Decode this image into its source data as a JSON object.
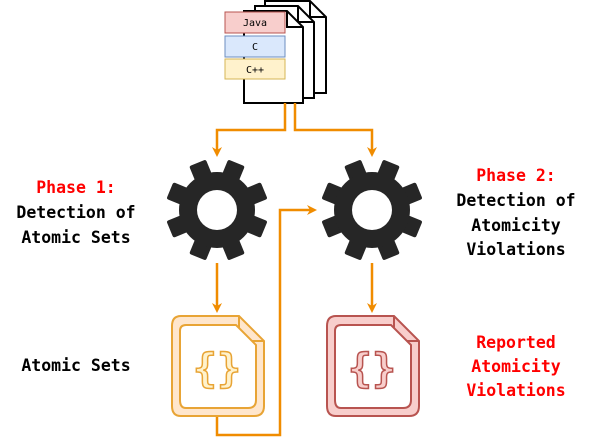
{
  "source_tags": [
    "Java",
    "C",
    "C++"
  ],
  "phase1": {
    "title": "Phase 1:",
    "line1": "Detection of",
    "line2": "Atomic Sets"
  },
  "phase2": {
    "title": "Phase 2:",
    "line1": "Detection of",
    "line2": "Atomicity",
    "line3": "Violations"
  },
  "output_left_label": "Atomic Sets",
  "output_right_label": {
    "line1": "Reported",
    "line2": "Atomicity",
    "line3": "Violations"
  },
  "braces": "{}",
  "colors": {
    "arrow": "#f08c00",
    "gear": "#262626",
    "phase_title": "#ff0000",
    "java_tag_fill": "#f8cecc",
    "java_tag_stroke": "#b85450",
    "c_tag_fill": "#dae8fc",
    "c_tag_stroke": "#6c8ebf",
    "cpp_tag_fill": "#fff2cc",
    "cpp_tag_stroke": "#d6b656",
    "doc_left_fill": "#ffe6cc",
    "doc_left_stroke": "#e8a435",
    "doc_right_fill": "#f8cecc",
    "doc_right_stroke": "#b85450"
  },
  "icons": [
    "source-files-icon",
    "gear-icon",
    "json-file-icon"
  ]
}
